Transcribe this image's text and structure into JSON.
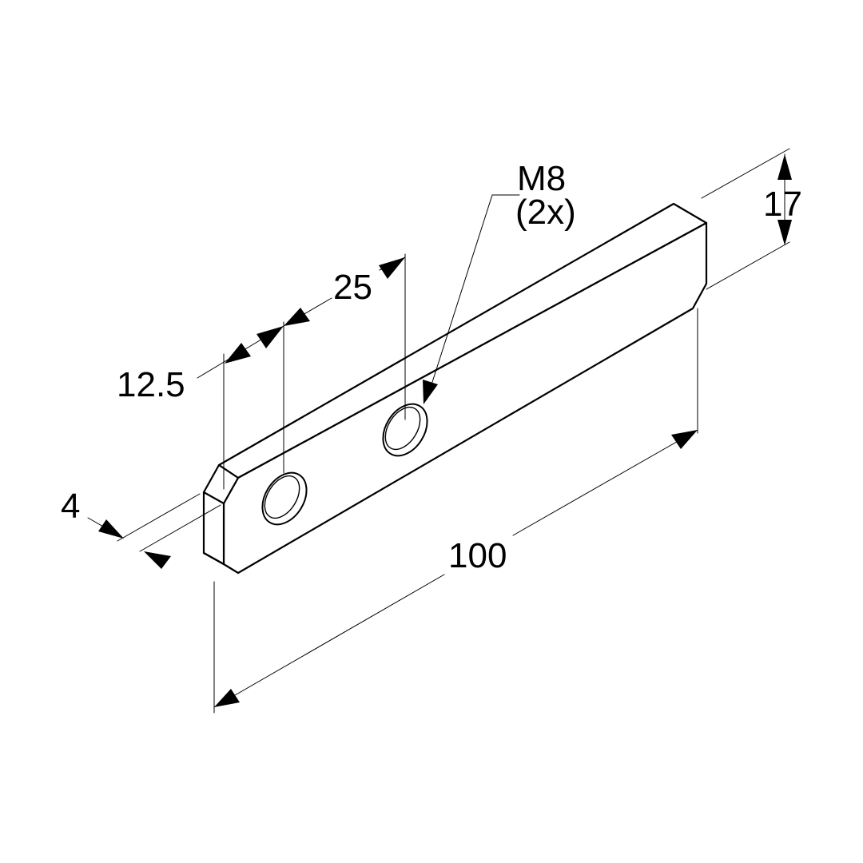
{
  "dimensions": {
    "length": "100",
    "height": "17",
    "thickness": "4",
    "edge_to_hole": "12.5",
    "hole_spacing": "25"
  },
  "callout": {
    "thread": "M8",
    "count": "(2x)"
  },
  "colors": {
    "line": "#000000",
    "background": "#ffffff"
  }
}
